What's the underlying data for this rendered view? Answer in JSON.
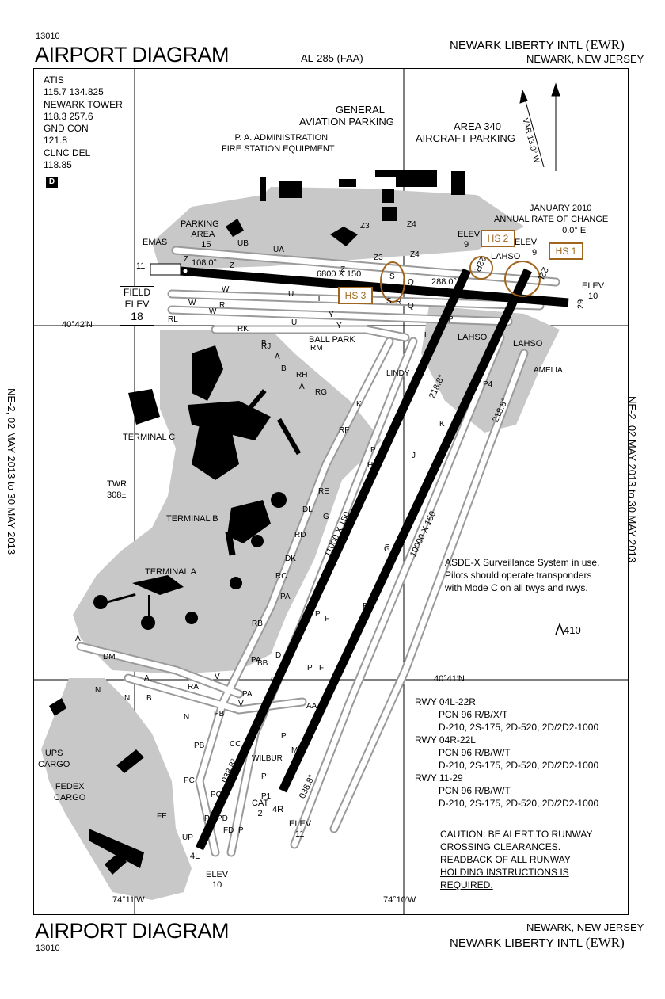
{
  "header": {
    "doc_number": "13010",
    "title": "AIRPORT DIAGRAM",
    "al_number": "AL-285 (FAA)",
    "airport_name": "NEWARK LIBERTY INTL",
    "airport_id": "(EWR)",
    "city_state": "NEWARK, NEW JERSEY"
  },
  "footer": {
    "doc_number": "13010",
    "title": "AIRPORT DIAGRAM",
    "airport_name": "NEWARK LIBERTY INTL",
    "airport_id": "(EWR)",
    "city_state": "NEWARK, NEW JERSEY"
  },
  "side_text": "NE-2, 02 MAY 2013 to 30 MAY 2013",
  "frequencies": [
    "ATIS",
    "115.7  134.825",
    "NEWARK TOWER",
    "118.3  257.6",
    "GND CON",
    "121.8",
    "CLNC DEL",
    "118.85"
  ],
  "d_symbol": "D",
  "magnetic": {
    "var": "VAR 13.0° W",
    "change": [
      "JANUARY 2010",
      "ANNUAL RATE OF CHANGE",
      "0.0° E"
    ]
  },
  "labels": {
    "ga_parking": [
      "GENERAL",
      "AVIATION PARKING"
    ],
    "area340": [
      "AREA 340",
      "AIRCRAFT PARKING"
    ],
    "pa_admin": [
      "P. A. ADMINISTRATION",
      "FIRE STATION EQUIPMENT"
    ],
    "parking_area": [
      "PARKING",
      "AREA",
      "15"
    ],
    "emas": "EMAS",
    "field_elev": [
      "FIELD",
      "ELEV",
      "18"
    ],
    "ball_park": "BALL PARK",
    "terminal_a": "TERMINAL A",
    "terminal_b": "TERMINAL B",
    "terminal_c": "TERMINAL C",
    "twr": [
      "TWR",
      "308±"
    ],
    "ups": [
      "UPS",
      "CARGO"
    ],
    "fedex": [
      "FEDEX",
      "CARGO"
    ],
    "lat_top": "40°42′N",
    "lat_bot": "40°41′N",
    "lon_left": "74°11′W",
    "lon_right": "74°10′W",
    "obstacle": "410",
    "cat2": [
      "CAT",
      "2"
    ]
  },
  "runways": {
    "rwy_11_29": {
      "dims": "6800 X 150",
      "hdg_w": "108.0°",
      "hdg_e": "288.0°",
      "end_w": "11",
      "end_e": "29",
      "elev_e": [
        "ELEV",
        "10"
      ]
    },
    "rwy_4l_22r": {
      "dims": "11000 X 150",
      "hdg_s": "038.8°",
      "hdg_n": "218.8°",
      "end_s": "4L",
      "end_n": "22R",
      "elev_s": [
        "ELEV",
        "10"
      ],
      "elev_n": [
        "ELEV",
        "9"
      ]
    },
    "rwy_4r_22l": {
      "dims": "10000 X 150",
      "hdg_s": "038.8°",
      "hdg_n": "218.8°",
      "end_s": "4R",
      "end_n": "22L",
      "elev_s": [
        "ELEV",
        "11"
      ],
      "elev_n": [
        "ELEV",
        "9"
      ]
    }
  },
  "hot_spots": [
    "HS 1",
    "HS 2",
    "HS 3"
  ],
  "lahso": "LAHSO",
  "taxiway_labels": [
    "Z",
    "Z",
    "Z",
    "Z3",
    "Z3",
    "Z4",
    "Z4",
    "UB",
    "UA",
    "U",
    "U",
    "T",
    "S",
    "S",
    "R",
    "Q",
    "Q",
    "P",
    "P",
    "P",
    "P",
    "P",
    "P",
    "P",
    "P",
    "P4",
    "P1",
    "L",
    "K",
    "K",
    "J",
    "J",
    "H",
    "G",
    "G",
    "F",
    "F",
    "E",
    "D",
    "C",
    "B",
    "B",
    "B",
    "A",
    "A",
    "A",
    "A",
    "BB",
    "W",
    "W",
    "W",
    "Y",
    "Y",
    "RM",
    "RL",
    "RL",
    "RK",
    "RJ",
    "RH",
    "RG",
    "RF",
    "RE",
    "RD",
    "RC",
    "RB",
    "RA",
    "DM",
    "DL",
    "DK",
    "PA",
    "PA",
    "PA",
    "PB",
    "PB",
    "PC",
    "PC",
    "PD",
    "PD",
    "FD",
    "FE",
    "UP",
    "N",
    "N",
    "N",
    "V",
    "V",
    "AA",
    "CC",
    "M",
    "WILBUR",
    "AMELIA",
    "LINDY"
  ],
  "asde_note": [
    "ASDE-X Surveillance System in use.",
    "Pilots should operate transponders",
    "with Mode C on all twys and rwys."
  ],
  "pcn": [
    {
      "rwy": "RWY 04L-22R",
      "pcn": "PCN 96 R/B/X/T",
      "weights": "D-210, 2S-175, 2D-520, 2D/2D2-1000"
    },
    {
      "rwy": "RWY 04R-22L",
      "pcn": "PCN 96 R/B/W/T",
      "weights": "D-210, 2S-175, 2D-520, 2D/2D2-1000"
    },
    {
      "rwy": "RWY 11-29",
      "pcn": "PCN 96 R/B/W/T",
      "weights": "D-210, 2S-175, 2D-520, 2D/2D2-1000"
    }
  ],
  "caution": [
    "CAUTION:  BE ALERT TO RUNWAY",
    "CROSSING CLEARANCES.",
    "READBACK OF ALL RUNWAY",
    "HOLDING INSTRUCTIONS IS",
    "REQUIRED."
  ],
  "colors": {
    "ramp": "#c8c8c8",
    "runway": "#000000",
    "hot_spot": "#a0661e",
    "taxiway_edge": "#ffffff"
  }
}
